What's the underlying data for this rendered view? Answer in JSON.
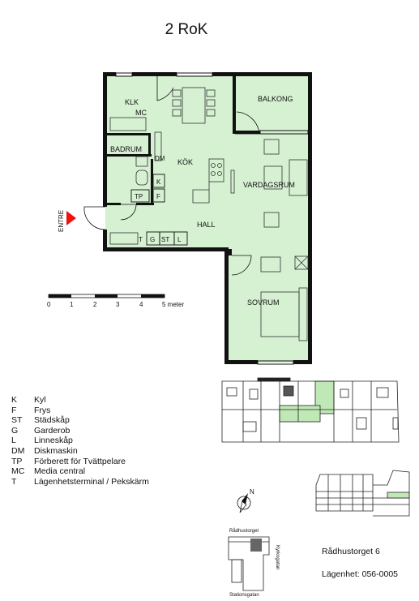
{
  "title": "2 RoK",
  "rooms": {
    "klk": "KLK",
    "mc": "MC",
    "balkong": "BALKONG",
    "badrum": "BADRUM",
    "dm": "DM",
    "k": "K",
    "f": "F",
    "tp": "TP",
    "kok": "KÖK",
    "vardagsrum": "VARDAGSRUM",
    "hall": "HALL",
    "sovrum": "SOVRUM",
    "t": "T",
    "g": "G",
    "st": "ST",
    "l": "L"
  },
  "entrance": "ENTRE",
  "scale": {
    "ticks": [
      "0",
      "1",
      "2",
      "3",
      "4"
    ],
    "last": "5 meter"
  },
  "legend": [
    {
      "code": "K",
      "desc": "Kyl"
    },
    {
      "code": "F",
      "desc": "Frys"
    },
    {
      "code": "ST",
      "desc": "Städskåp"
    },
    {
      "code": "G",
      "desc": "Garderob"
    },
    {
      "code": "L",
      "desc": "Linneskåp"
    },
    {
      "code": "DM",
      "desc": "Diskmaskin"
    },
    {
      "code": "TP",
      "desc": "Förberett för Tvättpelare"
    },
    {
      "code": "MC",
      "desc": "Media central"
    },
    {
      "code": "T",
      "desc": "Lägenhetsterminal / Pekskärm"
    }
  ],
  "compass": "N",
  "site": {
    "street_top": "Rådhustorget",
    "street_right": "Kyrkogatan",
    "street_bottom": "Stationsgatan"
  },
  "address": "Rådhustorget 6",
  "apartment": "Lägenhet: 056-0005",
  "colors": {
    "floor": "#d6f0d2",
    "wall": "#111111",
    "entrance_arrow": "#ee1111",
    "highlight": "#bfe8b6"
  }
}
